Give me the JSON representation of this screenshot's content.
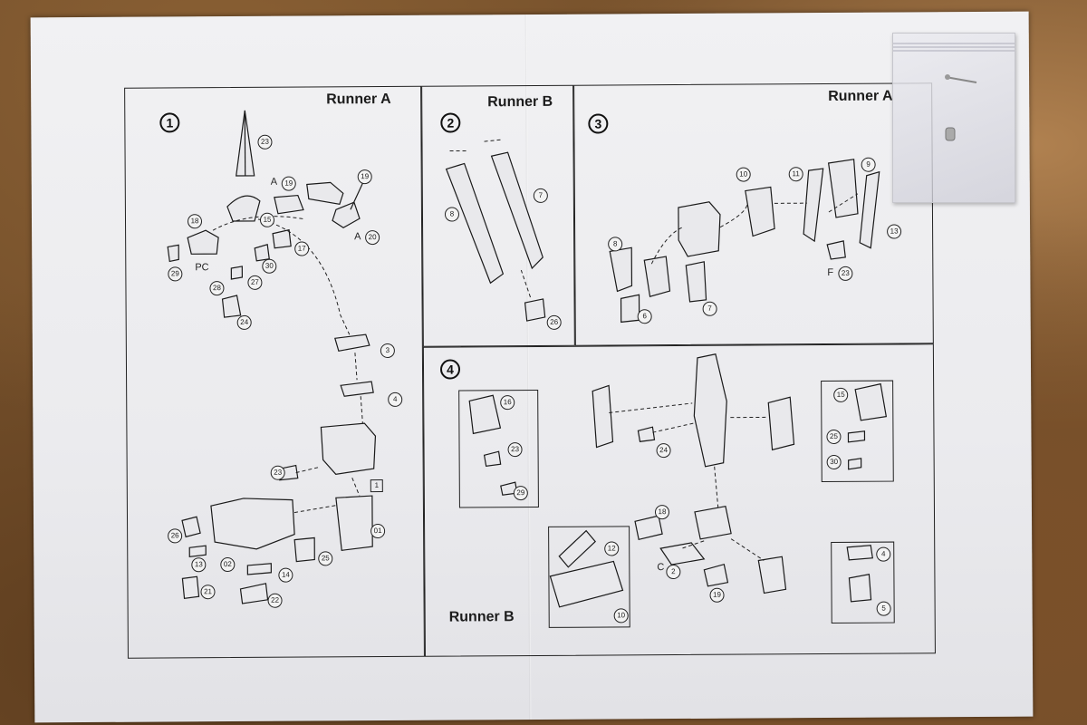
{
  "labels": {
    "runner_a": "Runner A",
    "runner_b": "Runner B",
    "pc": "PC",
    "box_1": "1"
  },
  "steps": [
    "1",
    "2",
    "3",
    "4"
  ],
  "step1_parts": {
    "p23a": "23",
    "p19a": "19",
    "p19b": "19",
    "p20": "20",
    "p15": "15",
    "p18": "18",
    "p17": "17",
    "p29": "29",
    "p30": "30",
    "p27": "27",
    "p28": "28",
    "p24": "24",
    "p3": "3",
    "p4": "4",
    "p23b": "23",
    "p01": "01",
    "p26": "26",
    "p13": "13",
    "p02": "02",
    "p14": "14",
    "p25": "25",
    "p21": "21",
    "p22": "22",
    "a19": "A",
    "a20": "A"
  },
  "step2_parts": {
    "p8": "8",
    "p7": "7",
    "p26": "26"
  },
  "step3_parts": {
    "p10": "10",
    "p11": "11",
    "p9": "9",
    "p13": "13",
    "p8": "8",
    "p6": "6",
    "p7": "7",
    "p23": "23",
    "f": "F"
  },
  "step4_parts": {
    "p16": "16",
    "p23": "23",
    "p29": "29",
    "p24": "24",
    "p15": "15",
    "p25": "25",
    "p30": "30",
    "p18": "18",
    "p12": "12",
    "p2": "2",
    "p19": "19",
    "p10": "10",
    "p4": "4",
    "p5": "5",
    "c": "C"
  }
}
